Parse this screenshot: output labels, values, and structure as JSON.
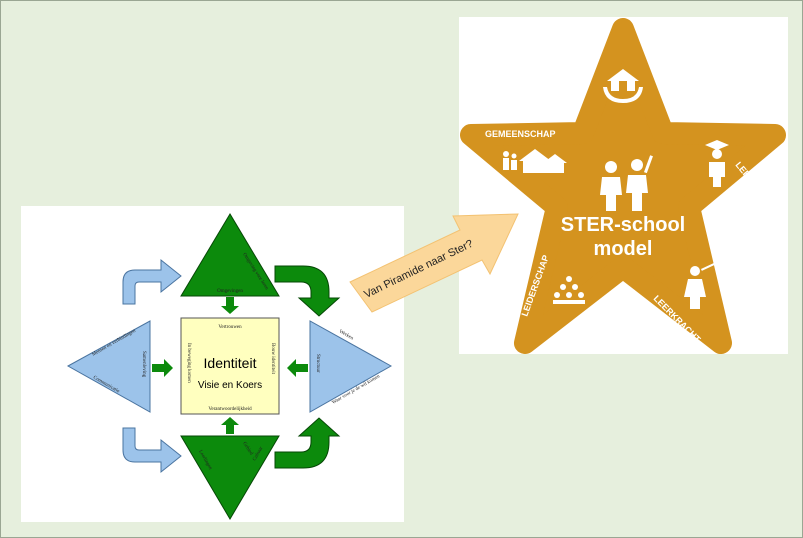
{
  "diagram": {
    "left": {
      "center_title": "Identiteit",
      "center_subtitle": "Visie en Koers",
      "center_top": "Vertrouwen",
      "center_bottom": "Verantwoordelijkheid",
      "center_left": "In beweging komen",
      "center_right": "Bouw identiteit",
      "top_label": "Omgevingen",
      "top_inner": "Omgeving voor leren",
      "bottom_label": "Gebied",
      "bottom_inner": "Leerlingen",
      "bottom_inner2": "Cultuur",
      "left_label": "Samenleving",
      "left_inner": "Mensen en verbindingen",
      "left_inner2": "Communicatie",
      "right_label": "Structuur",
      "right_inner": "Werken",
      "right_inner2": "Waar voor je de wil komen"
    },
    "connector": {
      "label": "Van Piramide naar Ster?"
    },
    "star": {
      "title_line1": "STER-school",
      "title_line2": "model",
      "labels": {
        "omgeving": "OMGEVING",
        "gemeenschap": "GEMEENSCHAP",
        "leerling": "LEERLING",
        "leiderschap": "LEIDERSCHAP",
        "leerkracht": "LEERKRACHT"
      }
    },
    "colors": {
      "green": "#0c8a0c",
      "blue": "#9cc3ea",
      "yellow": "#ffffbf",
      "star": "#d4931f",
      "arrow": "#fbd79a"
    }
  }
}
